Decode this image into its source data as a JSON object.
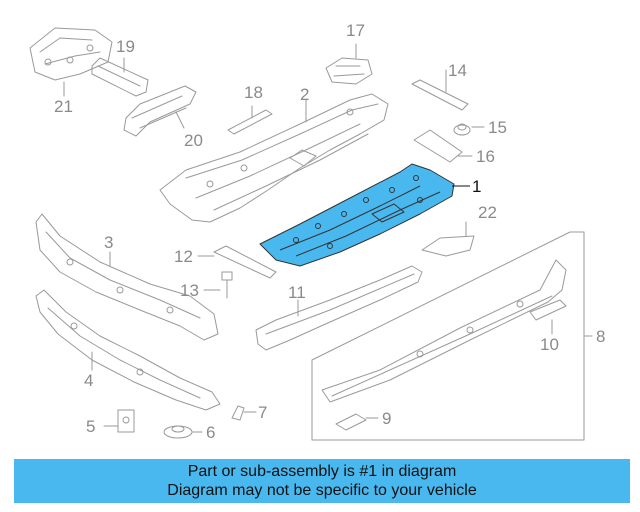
{
  "highlight_color": "#49b8ee",
  "part_color": "#9a9a9a",
  "callouts": {
    "p1": "1",
    "p2": "2",
    "p3": "3",
    "p4": "4",
    "p5": "5",
    "p6": "6",
    "p7": "7",
    "p8": "8",
    "p9": "9",
    "p10": "10",
    "p11": "11",
    "p12": "12",
    "p13": "13",
    "p14": "14",
    "p15": "15",
    "p16": "16",
    "p17": "17",
    "p18": "18",
    "p19": "19",
    "p20": "20",
    "p21": "21",
    "p22": "22"
  },
  "notice": {
    "line1": "Part or sub-assembly is #1 in diagram",
    "line2": "Diagram may not be specific to your vehicle"
  }
}
